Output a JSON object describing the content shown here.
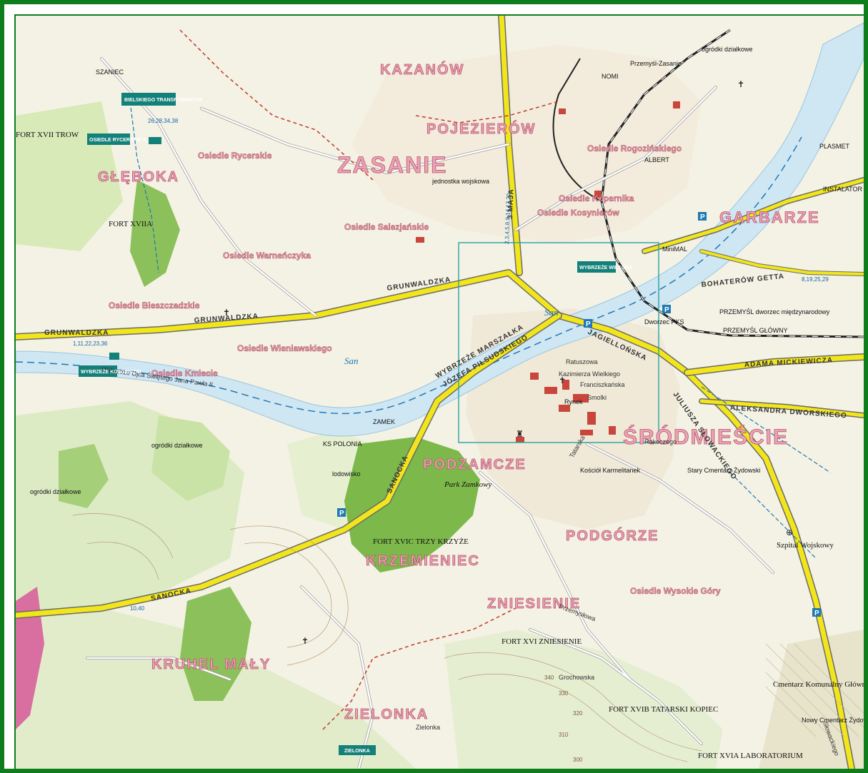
{
  "districts": [
    "KAZANÓW",
    "POJEZIERÓW",
    "ZASANIE",
    "GŁĘBOKA",
    "GARBARZE",
    "ŚRÓDMIEŚCIE",
    "PODZAMCZE",
    "KRZEMIENIEC",
    "ZNIESIENIE",
    "PODGÓRZE",
    "KRUHEL MAŁY",
    "ZIELONKA"
  ],
  "osiedla": [
    "Osiedle Rycerskie",
    "Osiedle Rogozińskiego",
    "Osiedle Kopernika",
    "Osiedle Salezjańskie",
    "Osiedle Warneńczyka",
    "Osiedle Bieszczadzkie",
    "Osiedle Wieniawskiego",
    "Osiedle Kmiecie",
    "Osiedle Wysokie Góry",
    "Osiedle Kosynierów"
  ],
  "rivers": [
    "San",
    "San"
  ],
  "forts": [
    "FORT XVIIA",
    "FORT XVIC TRZY KRZYŻE",
    "FORT XVI ZNIESIENIE",
    "FORT XVIB TATARSKI KOPIEC",
    "FORT XVIA LABORATORIUM",
    "FORT XVII TROW"
  ],
  "parks": [
    "Park Zamkowy",
    "ogródki działkowe",
    "ogródki działkowe",
    "ogródki działkowe"
  ],
  "landmarks": [
    "SZANIEC",
    "ZAMEK",
    "Rynek",
    "KS POLONIA",
    "Cmentarz Komunalny Główny",
    "Nowy Cmentarz Żydowski",
    "Stary Cmentarz Żydowski",
    "Szpital Wojskowy",
    "PRZEMYŚL dworzec międzynarodowy",
    "PRZEMYŚL GŁÓWNY",
    "Dworzec PKS",
    "MiniMAL",
    "PLASMET",
    "INSTALATOR",
    "ALBERT",
    "NOMI",
    "jednostka wojskowa",
    "lodowisko",
    "Kościół Karmelitanek"
  ],
  "streets": [
    "GRUNWALDZKA",
    "GRUNWALDZKA",
    "GRUNWALDZKA",
    "JÓZEFA PIŁSUDSKIEGO",
    "WYBRZEŻE MARSZAŁKA",
    "JAGIELLOŃSKA",
    "ADAMA MICKIEWICZA",
    "ALEKSANDRA DWORSKIEGO",
    "JULIUSZA SŁOWACKIEGO",
    "SANOCKA",
    "SANOCKA",
    "3 MAJA",
    "BOHATERÓW GETTA",
    "Franciszkańska",
    "Kazimierza Wielkiego",
    "Ratuszowa",
    "Smolki",
    "Zielonka",
    "Tatarska",
    "Przemysłowa",
    "Wybrzeże Ojca Świętego Jana Pawła II",
    "Grochowska",
    "Rakoczego",
    "Słowackiego"
  ],
  "signs": [
    "BIELSKIEGO TRANSFORMATOR",
    "OSIEDLE RYCERSKIE II",
    "WYBRZEŻE KOŚCIUSZKI",
    "WYBRZEŻE WILSONA",
    "ZIELONKA",
    "Przemyśl-Zasanie"
  ],
  "route_numbers": [
    "1,11,22,23,36",
    "10,40",
    "2,3,4,5,8,9,14,17,20",
    "26,28,34,38",
    "8,19,25,29"
  ],
  "contours": [
    "340",
    "330",
    "320",
    "310",
    "300"
  ],
  "colors": {
    "frame": "#0e7d1c",
    "road_main": "#f2e61a",
    "river": "#cfe6f3",
    "forest": "#6fae3f",
    "green": "#cfe6a8",
    "built": "#eeeadc",
    "district_text": "#e9a3b6",
    "transit": "#1f79b5",
    "sign": "#13807a"
  },
  "icons": [
    "parking-icon",
    "church-icon",
    "bus-stop-icon",
    "hospital-icon",
    "castle-icon"
  ]
}
